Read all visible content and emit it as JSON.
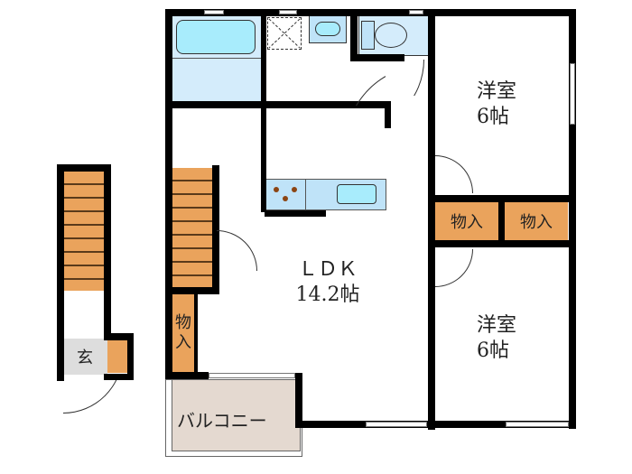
{
  "floorplan": {
    "rooms": {
      "western1": {
        "name": "洋室",
        "size": "6帖"
      },
      "western2": {
        "name": "洋室",
        "size": "6帖"
      },
      "ldk": {
        "name": "ＬＤＫ",
        "size": "14.2帖"
      },
      "balcony": {
        "name": "バルコニー"
      },
      "entrance": {
        "name": "玄"
      },
      "storage_top_left": {
        "name": "物入"
      },
      "storage_top_right": {
        "name": "物入"
      },
      "storage_left": {
        "name": "物\n入"
      }
    },
    "colors": {
      "wall": "#000000",
      "storage": "#eaa35c",
      "bath": "#d4ecfb",
      "tub": "#a8ecfc",
      "kitchen": "#bfe3f8",
      "balcony": "#e4d9d0",
      "entrance": "#dddddd"
    }
  }
}
